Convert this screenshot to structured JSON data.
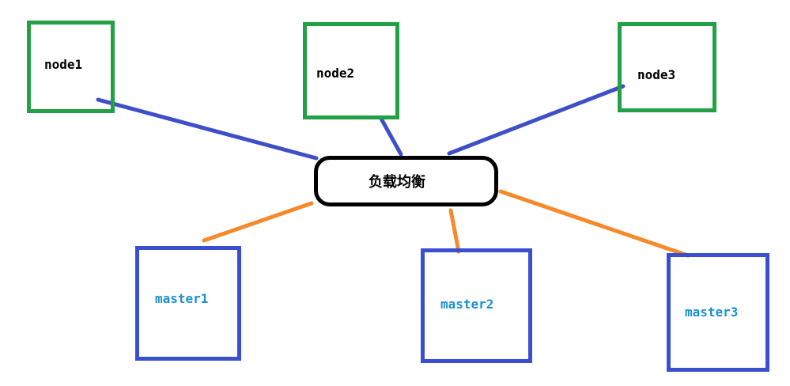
{
  "diagram": {
    "nodes": [
      {
        "label": "node1"
      },
      {
        "label": "node2"
      },
      {
        "label": "node3"
      }
    ],
    "load_balancer": {
      "label": "负载均衡"
    },
    "masters": [
      {
        "label": "master1"
      },
      {
        "label": "master2"
      },
      {
        "label": "master3"
      }
    ],
    "edges": [
      {
        "from": "node1",
        "to": "负载均衡"
      },
      {
        "from": "node2",
        "to": "负载均衡"
      },
      {
        "from": "node3",
        "to": "负载均衡"
      },
      {
        "from": "负载均衡",
        "to": "master1"
      },
      {
        "from": "负载均衡",
        "to": "master2"
      },
      {
        "from": "负载均衡",
        "to": "master3"
      }
    ],
    "colors": {
      "node_border": "#22a045",
      "master_border": "#3a4fd0",
      "master_text": "#1890d0",
      "node_edge": "#3f4fc8",
      "master_edge": "#f58a2a",
      "lb_border": "#000000"
    }
  }
}
